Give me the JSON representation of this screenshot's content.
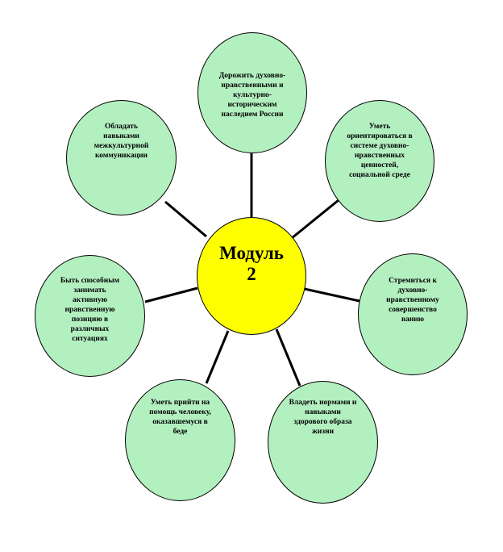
{
  "colors": {
    "center_fill": "#ffff00",
    "node_fill": "#b3f0c0",
    "stroke": "#000000"
  },
  "diagram": {
    "center": {
      "label": "Модуль\n2"
    },
    "nodes": [
      {
        "id": "heritage",
        "label": "Дорожить духовно-\nнравственными и\nкультурно-\nисторическим\nнаследием России"
      },
      {
        "id": "values",
        "label": "Уметь\nориентироваться в\nсистеме духовно-\nнравственных\nценностей,\nсоциальной среде"
      },
      {
        "id": "perfection",
        "label": "Стремиться к\nдуховно-\nнравственному\nсовершенство\nванию"
      },
      {
        "id": "health",
        "label": "Владеть нормами и\nнавыками\nздорового образа\nжизни"
      },
      {
        "id": "help",
        "label": "Уметь прийти на\nпомощь человеку,\nоказавшемуся в\nбеде"
      },
      {
        "id": "position",
        "label": "Быть способным\nзанимать\nактивную\nнравственную\nпозицию в\nразличных\nситуациях"
      },
      {
        "id": "intercultural",
        "label": "Обладать\nнавыками\nмежкультурной\nкоммуникации"
      }
    ]
  }
}
